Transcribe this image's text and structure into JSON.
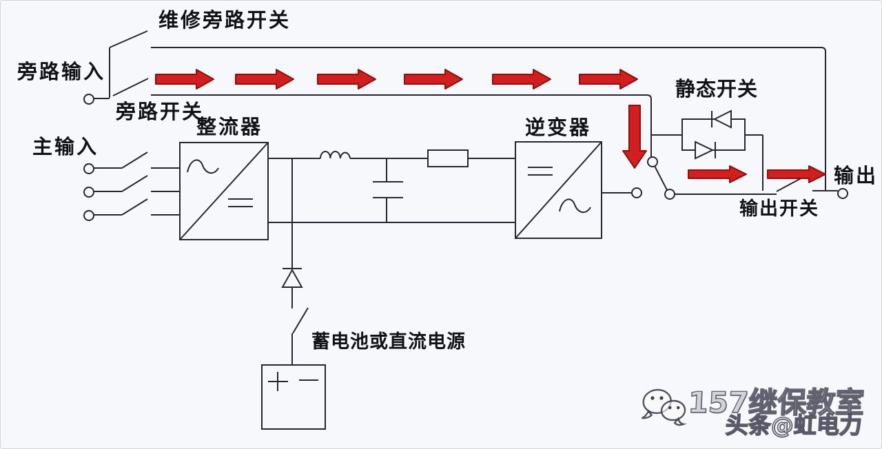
{
  "diagram": {
    "labels": {
      "maintenance_bypass_switch": "维修旁路开关",
      "bypass_input": "旁路输入",
      "bypass_switch": "旁路开关",
      "rectifier": "整流器",
      "main_input": "主输入",
      "inverter": "逆变器",
      "static_switch": "静态开关",
      "output_switch": "输出开关",
      "output": "输出",
      "battery_or_dc_source": "蓄电池或直流电源"
    },
    "symbols": {
      "rectifier_input": "~",
      "rectifier_output": "=",
      "inverter_input": "=",
      "inverter_output": "~",
      "battery_plus": "+",
      "battery_minus": "−"
    },
    "colors": {
      "background": "#f7f8fb",
      "line": "#262630",
      "arrow_fill": "#d21e1e",
      "arrow_stroke": "#8e0d0d",
      "label_text": "#111118"
    }
  },
  "watermark": {
    "icon": "wechat-bubbles-icon",
    "line1": "157继保教室",
    "line2": "头条@虹电力"
  }
}
